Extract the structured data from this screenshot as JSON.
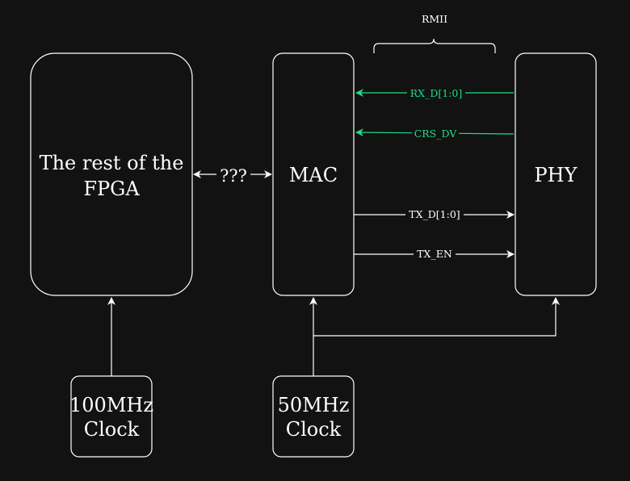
{
  "diagram": {
    "colors": {
      "background": "#121212",
      "stroke": "#ffffff",
      "receive_signal": "#22dd88"
    },
    "blocks": {
      "rest_of_fpga": {
        "line1": "The rest of the",
        "line2": "FPGA"
      },
      "mac": {
        "label": "MAC"
      },
      "phy": {
        "label": "PHY"
      },
      "clock_100": {
        "line1": "100MHz",
        "line2": "Clock"
      },
      "clock_50": {
        "line1": "50MHz",
        "line2": "Clock"
      }
    },
    "interface_label": "RMII",
    "link_label": "???",
    "signals": {
      "rx_d": "RX_D[1:0]",
      "crs_dv": "CRS_DV",
      "tx_d": "TX_D[1:0]",
      "tx_en": "TX_EN"
    }
  }
}
